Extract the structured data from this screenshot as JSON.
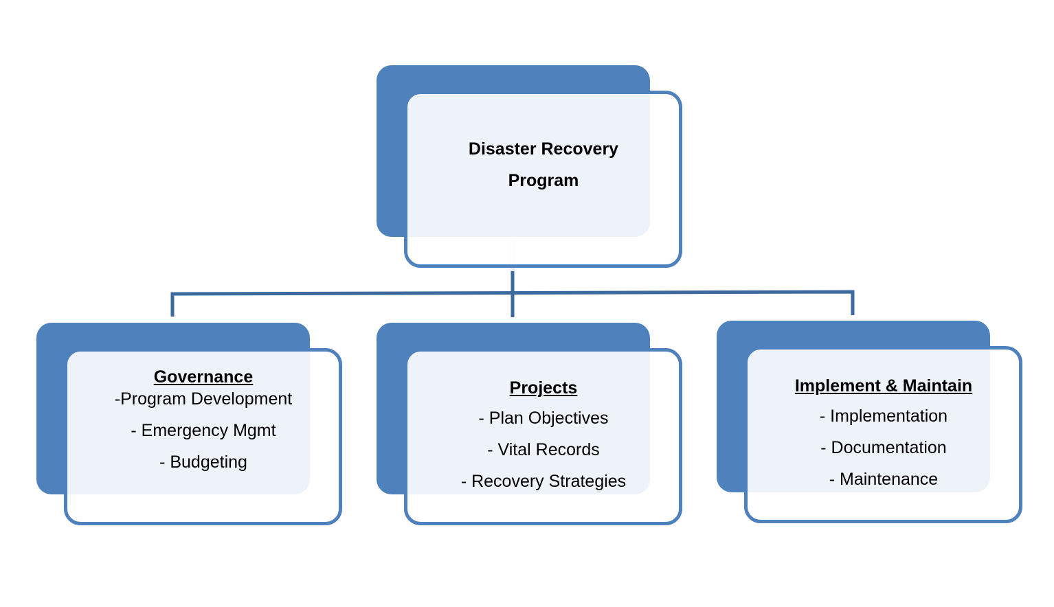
{
  "diagram": {
    "root": {
      "title_line1": "Disaster Recovery",
      "title_line2": "Program"
    },
    "children": [
      {
        "title": "Governance",
        "items": [
          "-Program Development",
          "- Emergency Mgmt",
          "- Budgeting"
        ]
      },
      {
        "title": "Projects",
        "items": [
          "- Plan Objectives",
          "- Vital Records",
          "- Recovery Strategies"
        ]
      },
      {
        "title": "Implement & Maintain",
        "items": [
          "- Implementation",
          "- Documentation",
          "- Maintenance"
        ]
      }
    ],
    "colors": {
      "shape_fill": "#4f81bd",
      "connector": "#3d6a9e"
    }
  }
}
